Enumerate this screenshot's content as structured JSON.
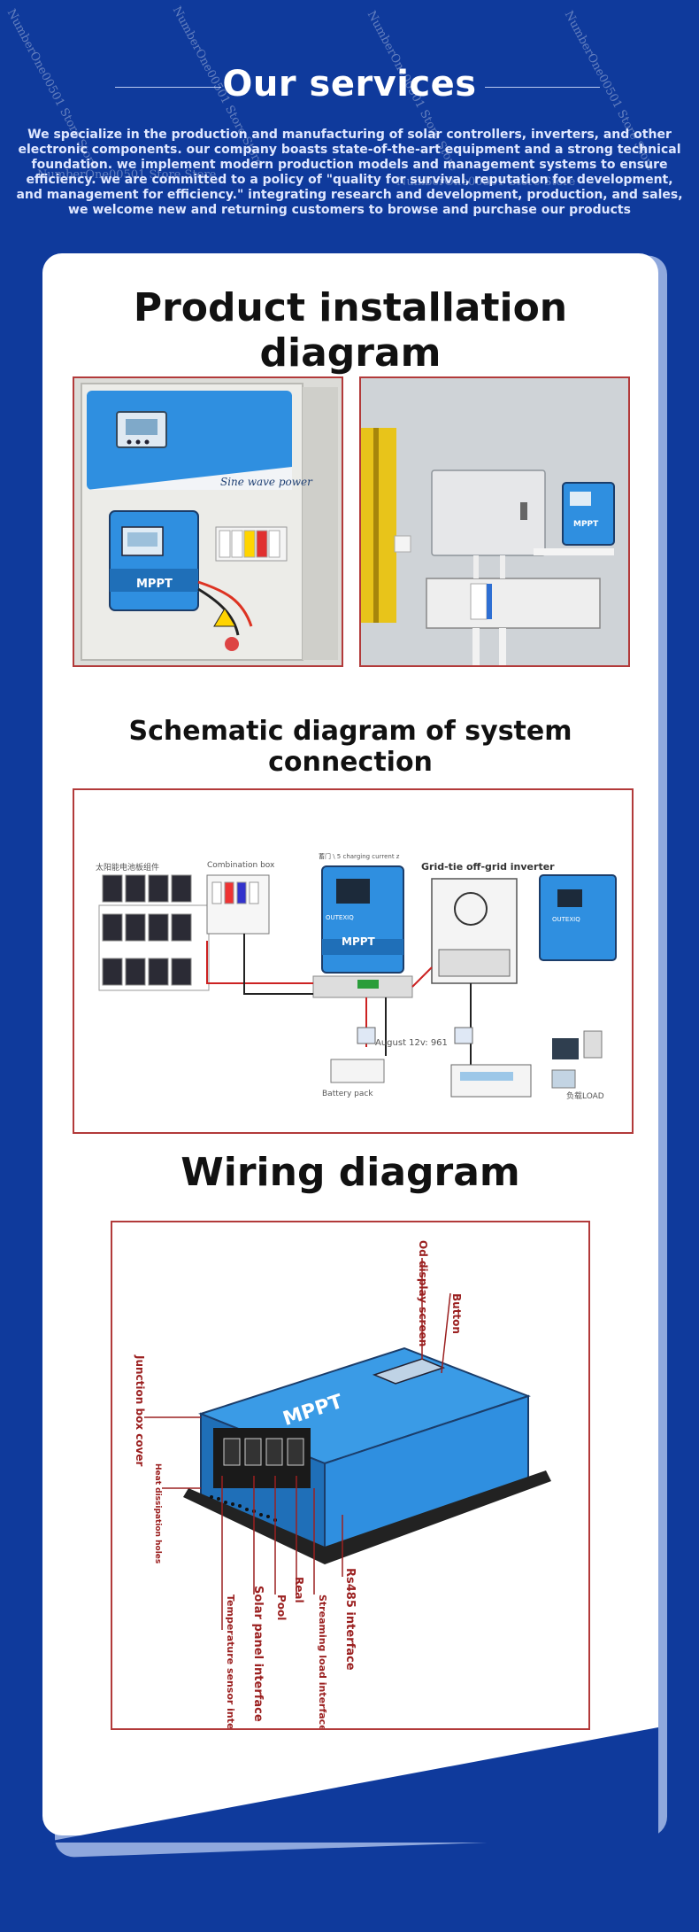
{
  "header": {
    "title": "Our services",
    "intro": "We specialize in the production and manufacturing of solar controllers, inverters, and other electronic components. our company boasts state-of-the-art equipment and a strong technical foundation. we implement modern production models and management systems to ensure efficiency. we are committed to a policy of \"quality for survival, reputation for development, and management for efficiency.\" integrating research and development, production, and sales, we welcome new and returning customers to browse and purchase our products"
  },
  "watermark": "NumberOne00501 Store Store",
  "sections": {
    "install_title": "Product installation diagram",
    "schematic_title": "Schematic diagram of system connection",
    "wiring_title": "Wiring diagram"
  },
  "photo1": {
    "inverter_label": "Sine wave power",
    "controller_brand": "MPPT"
  },
  "photo2": {
    "controller_brand": "MPPT"
  },
  "schematic": {
    "panels_label": "太阳能电池板组件",
    "combiner_label": "Combination box",
    "charging_label": "蓄门 \\ 5 charging current z",
    "inverter_label": "Grid-tie off-grid inverter",
    "controller_brand": "MPPT",
    "brand_small": "OUTEXIQ",
    "battery_note": "August 12v: 961",
    "battery_label": "Battery pack",
    "load_label": "负载LOAD"
  },
  "wiring": {
    "brand": "MPPT",
    "display_label": "Od display screen",
    "button_label": "Button",
    "junction_label": "Junction box cover",
    "heat_label": "Heat dissipation holes",
    "temp_label": "Temperature sensor interface",
    "solar_label": "Solar panel interface",
    "pool_label": "Pool",
    "real_label": "Real",
    "streaming_label": "Streaming load interface",
    "rs485_label": "Rs485 interface"
  },
  "colors": {
    "background": "#0f3a9c",
    "frame_border": "#b23a3a",
    "device_blue": "#2f8fe0"
  }
}
